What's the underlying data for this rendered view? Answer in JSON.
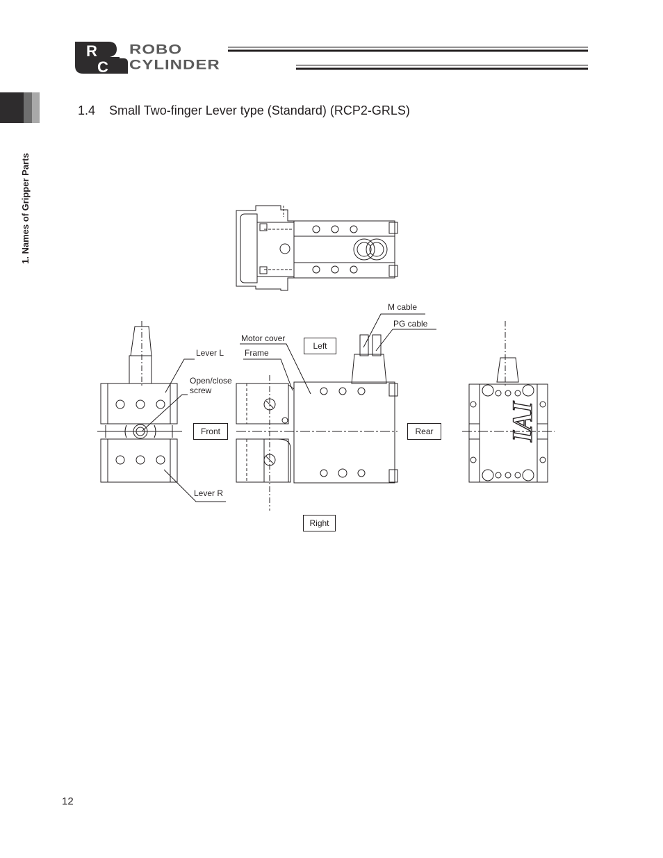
{
  "header": {
    "logo_letters": [
      "R",
      "C"
    ],
    "logo_line1": "ROBO",
    "logo_line2": "CYLINDER"
  },
  "sidebar": {
    "chapter_label": "1. Names of Gripper Parts"
  },
  "section": {
    "title": "1.4    Small Two-finger Lever type (Standard) (RCP2-GRLS)"
  },
  "figure": {
    "labels": {
      "m_cable": "M cable",
      "pg_cable": "PG cable",
      "motor_cover": "Motor cover",
      "frame": "Frame",
      "lever_l": "Lever L",
      "open_close_screw_1": "Open/close",
      "open_close_screw_2": "screw",
      "lever_r": "Lever R"
    },
    "view_labels": {
      "left": "Left",
      "front": "Front",
      "rear": "Rear",
      "right": "Right"
    },
    "brand_mark": "IAI"
  },
  "footer": {
    "page_number": "12"
  }
}
